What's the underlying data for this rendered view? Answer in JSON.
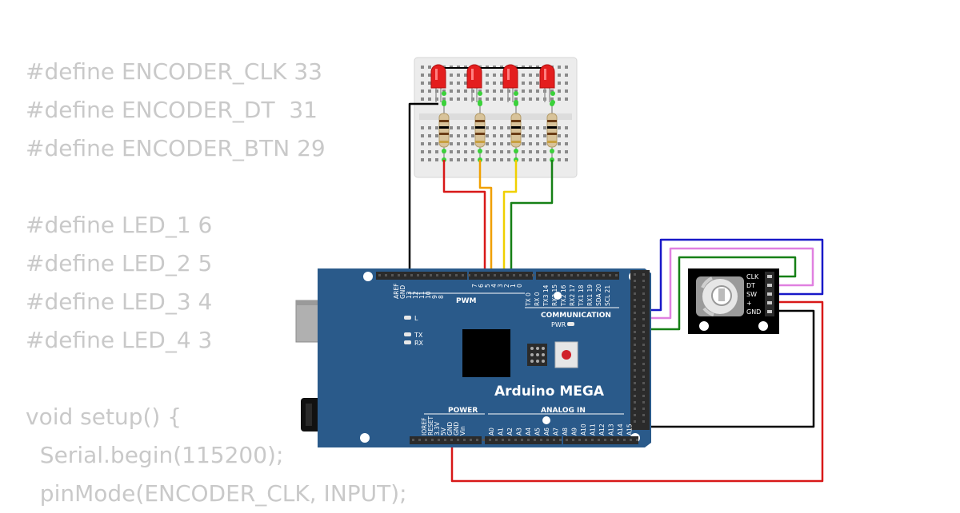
{
  "code_lines": [
    "#define ENCODER_CLK 33",
    "#define ENCODER_DT  31",
    "#define ENCODER_BTN 29",
    "",
    "#define LED_1 6",
    "#define LED_2 5",
    "#define LED_3 4",
    "#define LED_4 3",
    "",
    "void setup() {",
    "  Serial.begin(115200);",
    "  pinMode(ENCODER_CLK, INPUT);"
  ],
  "board": {
    "name": "Arduino MEGA",
    "pwm_label": "PWM",
    "communication_label": "COMMUNICATION",
    "power_label": "POWER",
    "analog_label": "ANALOG IN",
    "led_l": "L",
    "led_tx": "TX",
    "led_rx": "RX",
    "pwr_label": "PWR",
    "top_pins_left": [
      "AREF",
      "GND",
      "13",
      "12",
      "11",
      "10",
      "9",
      "8"
    ],
    "top_pins_mid": [
      "7",
      "6",
      "5",
      "4",
      "3",
      "2",
      "1",
      "0"
    ],
    "top_pins_comm": [
      "TX 0",
      "RX 0",
      "TX3 14",
      "RX3 15",
      "TX2 16",
      "RX2 17",
      "TX1 18",
      "RX1 19",
      "SDA 20",
      "SCL 21"
    ],
    "power_pins": [
      "IOREF",
      "RESET",
      "3.3V",
      "5V",
      "GND",
      "GND",
      "Vin"
    ],
    "analog_pins": [
      "A0",
      "A1",
      "A2",
      "A3",
      "A4",
      "A5",
      "A6",
      "A7",
      "A8",
      "A9",
      "A10",
      "A11",
      "A12",
      "A13",
      "A14",
      "A15"
    ]
  },
  "encoder": {
    "pins": [
      "CLK",
      "DT",
      "SW",
      "+",
      "GND"
    ]
  },
  "colors": {
    "board": "#2a5a8a",
    "wire_red": "#d81818",
    "wire_orange": "#f0a000",
    "wire_yellow": "#f0d000",
    "wire_green": "#168016",
    "wire_blue": "#1818c8",
    "wire_pink": "#e080e0",
    "wire_black": "#000000",
    "led": "#e41e1e"
  }
}
